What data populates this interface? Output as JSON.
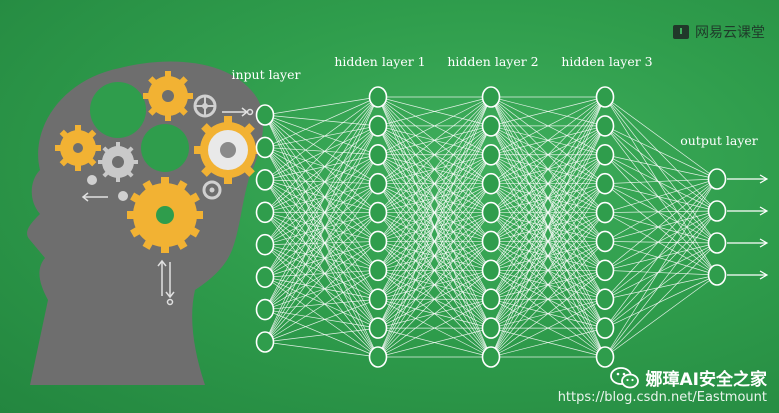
{
  "brand": {
    "name": "网易云课堂",
    "icon": "book-logo-icon"
  },
  "network": {
    "layers": [
      {
        "label": "input layer",
        "nodes": 8
      },
      {
        "label": "hidden layer 1",
        "nodes": 10
      },
      {
        "label": "hidden layer 2",
        "nodes": 10
      },
      {
        "label": "hidden layer 3",
        "nodes": 10
      },
      {
        "label": "output layer",
        "nodes": 4
      }
    ],
    "output_arrows": true
  },
  "illustration": {
    "subject": "head-with-gears-icon"
  },
  "watermark": {
    "title": "娜璋AI安全之家",
    "url": "https://blog.csdn.net/Eastmount",
    "icon": "wechat-icon"
  },
  "colors": {
    "background": "#2f9d4c",
    "head": "#6e6e6e",
    "gear_yellow": "#f2b233",
    "gear_green": "#2f9d4c",
    "gear_gray": "#c9c9c9",
    "lines": "#ffffff"
  }
}
